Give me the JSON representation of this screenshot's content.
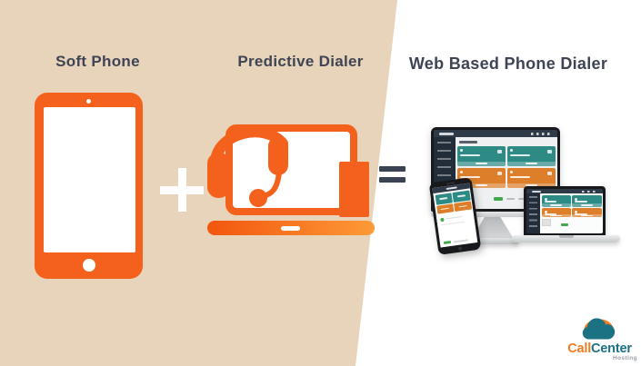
{
  "sections": {
    "soft_phone": {
      "title": "Soft Phone",
      "icon": "smartphone-icon"
    },
    "predictive_dialer": {
      "title": "Predictive Dialer",
      "icon": "laptop-headset-icon"
    },
    "web_based_phone_dialer": {
      "title": "Web Based Phone Dialer",
      "icon": "responsive-devices-mockup"
    }
  },
  "operators": {
    "plus": "+",
    "equals": "="
  },
  "logo": {
    "call": "Call",
    "center": "Center",
    "hosting": "Hosting"
  },
  "icons": [
    "smartphone-icon",
    "plus-icon",
    "laptop-headset-icon",
    "headset-icon",
    "equals-icon",
    "desktop-monitor-mockup",
    "smartphone-mockup",
    "laptop-mockup",
    "cloud-headset-logo-icon"
  ],
  "colors": {
    "accent_orange": "#f4611d",
    "beige_background": "#e7d4ba",
    "heading_text": "#3e4454",
    "equals_sign": "#3b4254",
    "dashboard_teal_card": "#2e8a85",
    "dashboard_orange_card": "#dd7e2a",
    "dashboard_sidebar": "#232d3a",
    "dashboard_topbar": "#2f3a48",
    "status_green": "#43a94d",
    "logo_orange": "#ee7c22",
    "logo_teal": "#1a7282",
    "logo_hosting_gray": "#9a9fa4"
  }
}
